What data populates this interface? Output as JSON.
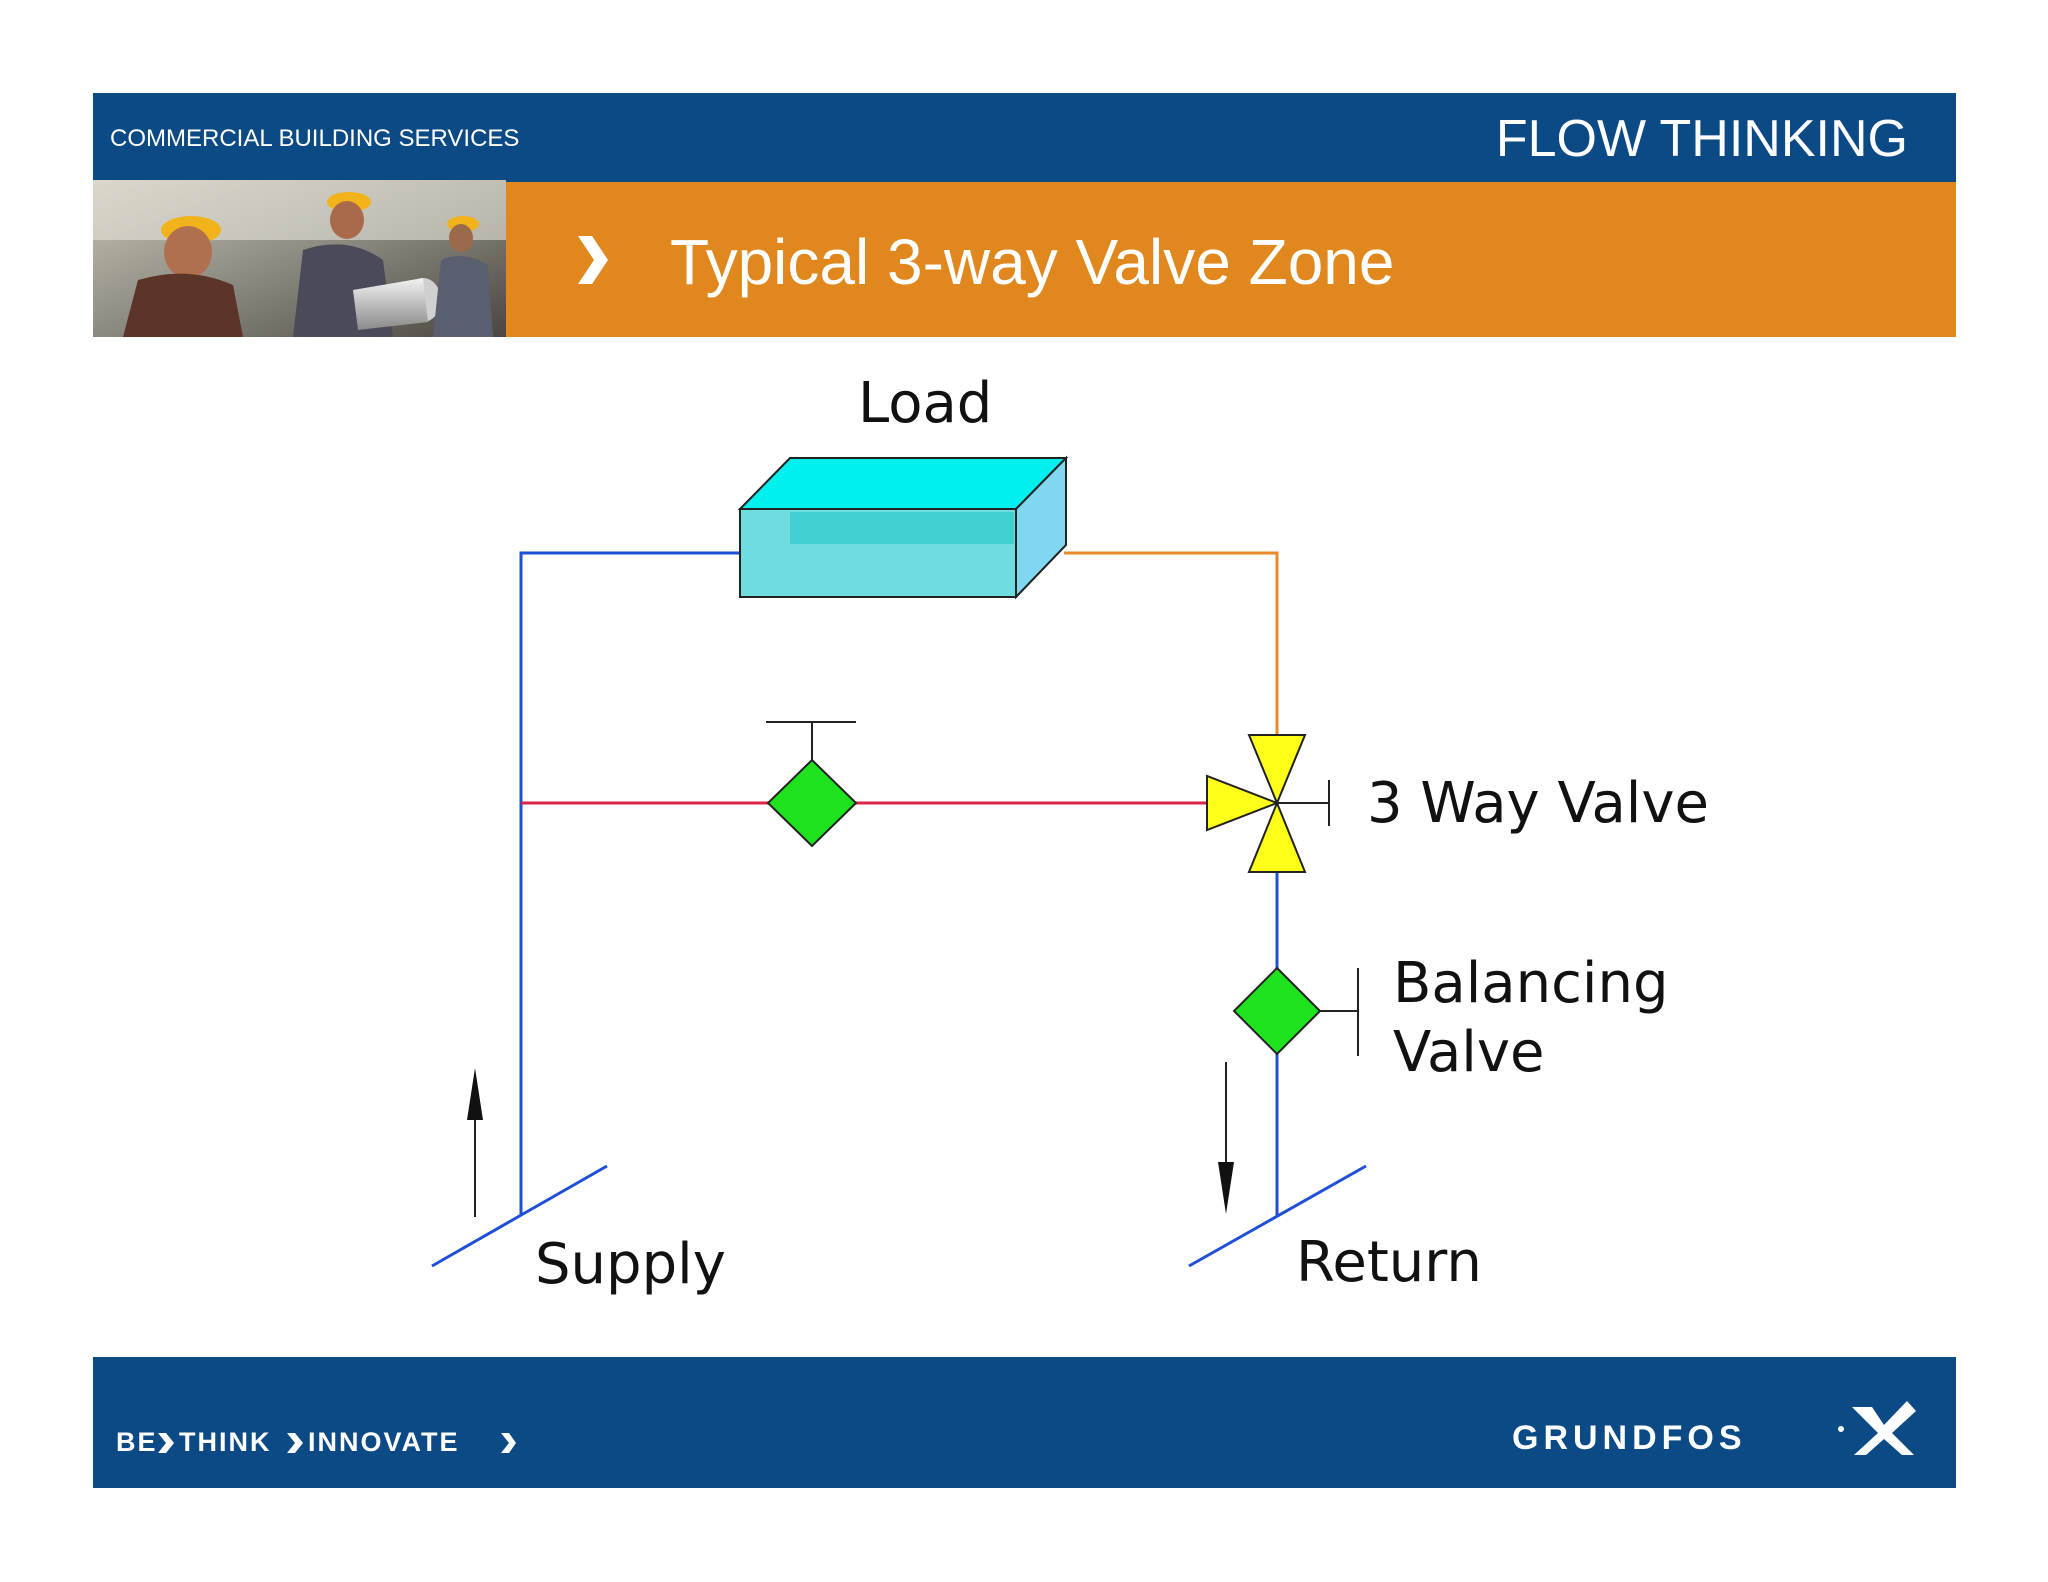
{
  "header": {
    "section": "COMMERCIAL BUILDING SERVICES",
    "tagline_top": "FLOW THINKING",
    "slide_title": "Typical 3-way Valve Zone"
  },
  "diagram": {
    "labels": {
      "load": "Load",
      "three_way_valve": "3 Way Valve",
      "balancing_valve_line1": "Balancing",
      "balancing_valve_line2": "Valve",
      "supply": "Supply",
      "return": "Return"
    },
    "colors": {
      "supply_pipe": "#1f4fd6",
      "return_pipe": "#e88a2a",
      "bypass_pipe": "#d9234a",
      "load_box": "#5fe3e6",
      "valve_green": "#1fe21f",
      "valve_yellow": "#ffff1a"
    }
  },
  "footer": {
    "slogan_be": "BE",
    "slogan_think": "THINK",
    "slogan_innovate": "INNOVATE",
    "brand": "GRUNDFOS"
  },
  "colors": {
    "header_blue": "#0b4a84",
    "title_orange": "#e0871e"
  }
}
